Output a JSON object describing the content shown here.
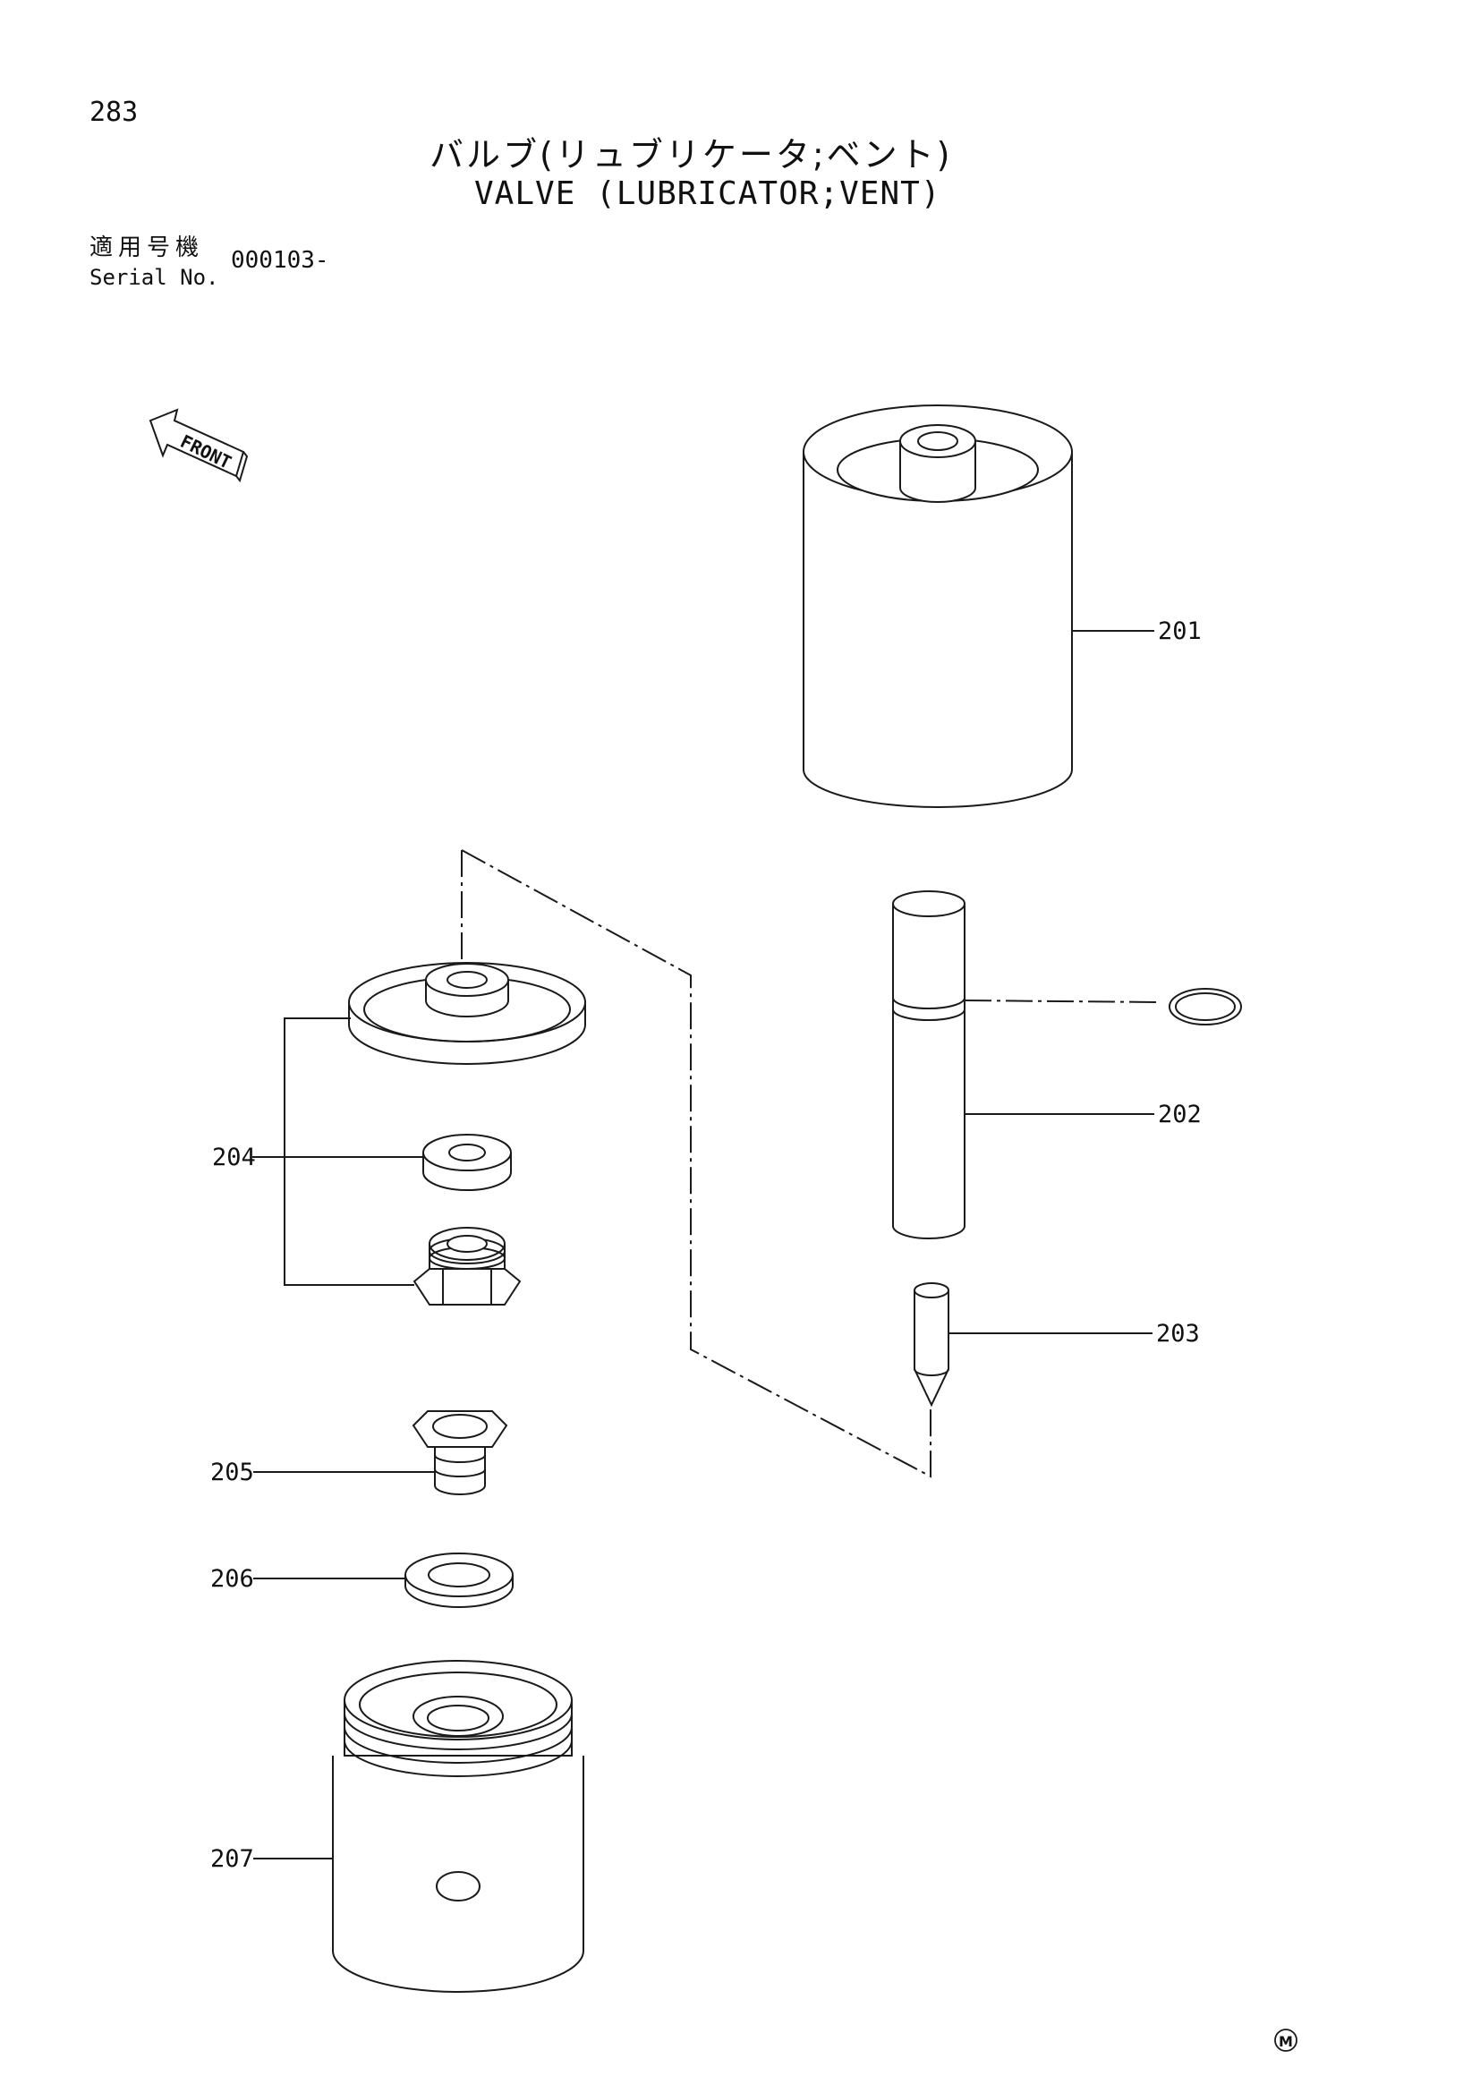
{
  "page_number": "283",
  "title_jp": "バルブ(リュブリケータ;ベント)",
  "title_en": "VALVE (LUBRICATOR;VENT)",
  "serial_label_jp": "適用号機",
  "serial_label_en": "Serial No.",
  "serial_value": "000103-",
  "front_label": "FRONT",
  "mark": "M",
  "parts": [
    {
      "number": "201"
    },
    {
      "number": "202"
    },
    {
      "number": "203"
    },
    {
      "number": "204"
    },
    {
      "number": "205"
    },
    {
      "number": "206"
    },
    {
      "number": "207"
    }
  ]
}
